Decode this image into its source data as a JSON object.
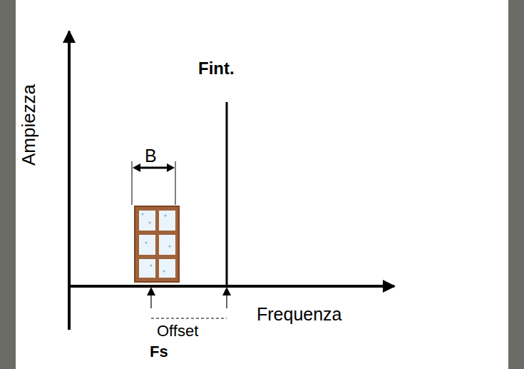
{
  "diagram": {
    "labels": [
      "Fint.",
      "B",
      "Ampiezza",
      "Frequenza",
      "Offset",
      "Fs"
    ]
  }
}
